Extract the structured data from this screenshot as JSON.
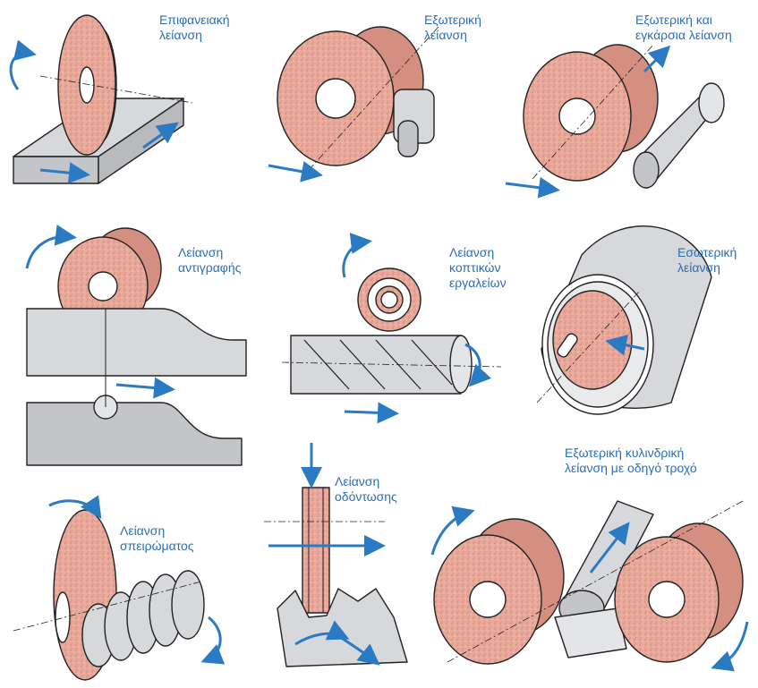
{
  "colors": {
    "accent_blue": "#2a7bc4",
    "label_blue": "#2a6fb5",
    "wheel": "#e9a99a",
    "wheel_dark": "#d48f80",
    "workpiece": "#d7d8db",
    "outline": "#222222"
  },
  "panels": [
    {
      "id": "surface",
      "lines": [
        "Επιφανειακή",
        "λείανση"
      ]
    },
    {
      "id": "external",
      "lines": [
        "Εξωτερική",
        "λείανση"
      ]
    },
    {
      "id": "external-plunge",
      "lines": [
        "Εξωτερική και",
        "εγκάρσια λείανση"
      ]
    },
    {
      "id": "copy",
      "lines": [
        "Λείανση",
        "αντιγραφής"
      ]
    },
    {
      "id": "tool",
      "lines": [
        "Λείανση",
        "κοπτικών",
        "εργαλείων"
      ]
    },
    {
      "id": "internal",
      "lines": [
        "Εσωτερική",
        "λείανση"
      ]
    },
    {
      "id": "centerless",
      "lines": [
        "Εξωτερική κυλινδρική",
        "λείανση με οδηγό τροχό"
      ]
    },
    {
      "id": "gear",
      "lines": [
        "Λείανση",
        "οδόντωσης"
      ]
    },
    {
      "id": "thread",
      "lines": [
        "Λείανση",
        "σπειρώματος"
      ]
    }
  ]
}
